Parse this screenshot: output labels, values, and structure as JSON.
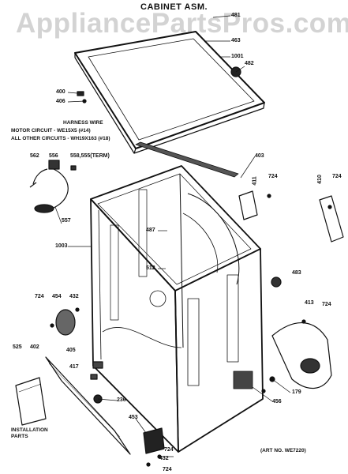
{
  "watermark": "AppliancePartsPros.com",
  "title": "CABINET ASM.",
  "harness": {
    "heading": "HARNESS WIRE",
    "motor_circuit": "MOTOR CIRCUIT - WE15X5 (#14)",
    "other_circuits": "ALL OTHER CIRCUITS - WH19X163 (#18)"
  },
  "installation_parts": "INSTALLATION PARTS",
  "art_no": "(ART NO. WE7220)",
  "parts": {
    "p481": "481",
    "p463": "463",
    "p1001": "1001",
    "p482": "482",
    "p400": "400",
    "p406": "406",
    "p562": "562",
    "p556": "556",
    "p558": "558,555(TERM)",
    "p557": "557",
    "p403": "403",
    "p411": "411",
    "p724a": "724",
    "p410": "410",
    "p724b": "724",
    "p1003": "1003",
    "p487": "487",
    "p512": "512",
    "p483": "483",
    "p724c": "724",
    "p454": "454",
    "p432a": "432",
    "p413": "413",
    "p724d": "724",
    "p525": "525",
    "p402": "402",
    "p405": "405",
    "p417": "417",
    "p236": "236",
    "p179": "179",
    "p456": "456",
    "p453": "453",
    "p724e": "724",
    "p432b": "432",
    "p724f": "724"
  }
}
